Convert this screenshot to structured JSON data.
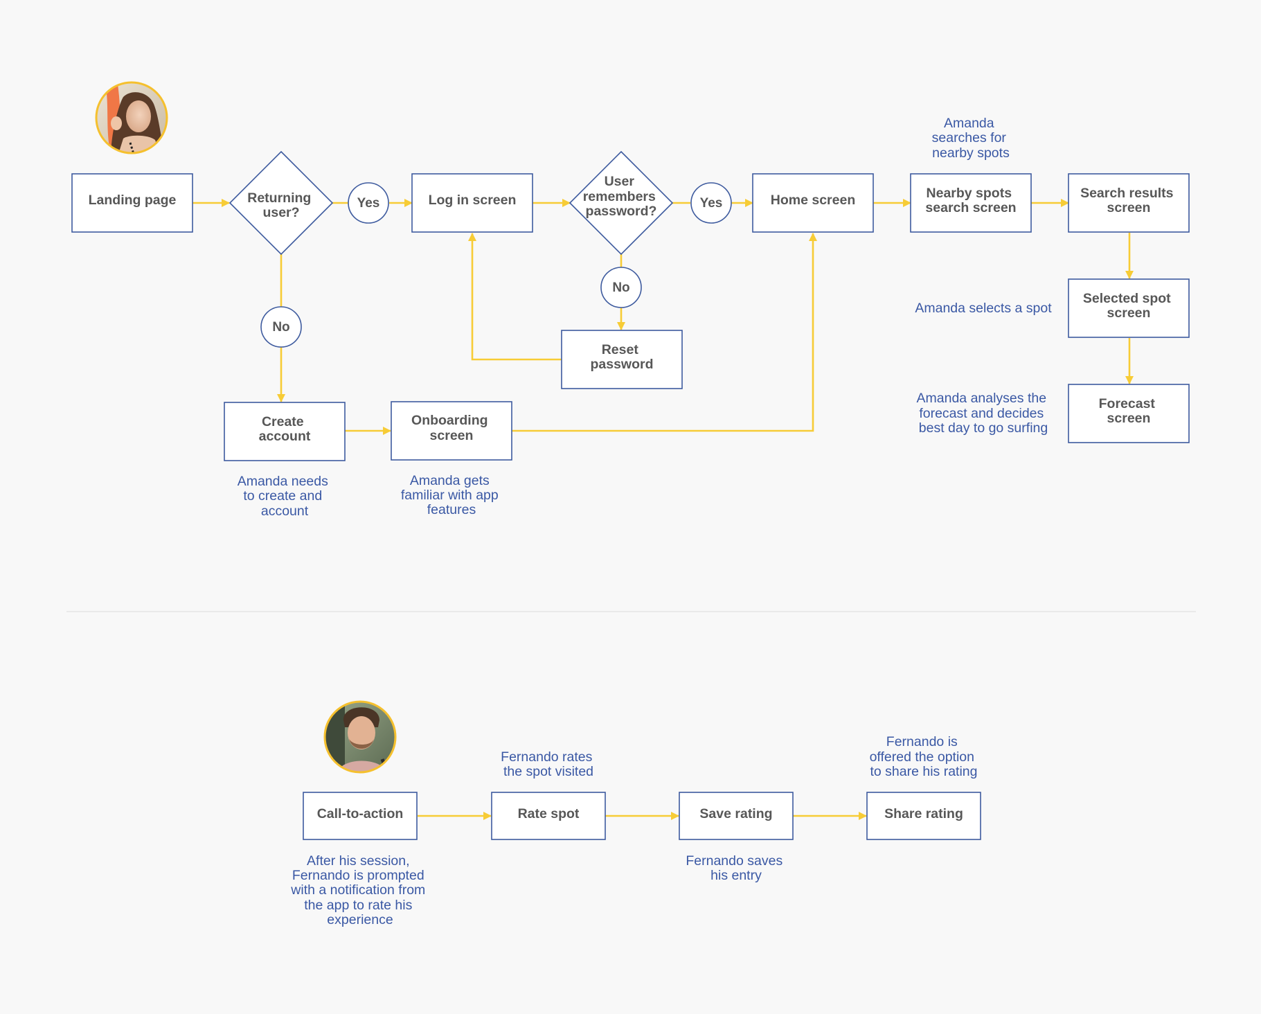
{
  "flow1": {
    "persona_name": "Amanda",
    "colors": {
      "accent": "#f7cc36",
      "node_border": "#3d5a9e",
      "note_text": "#3a58a4",
      "node_text": "#575757",
      "background": "#f8f8f8"
    },
    "nodes": {
      "landing": "Landing page",
      "returning": [
        "Returning",
        "user?"
      ],
      "login": "Log in screen",
      "remembers": [
        "User",
        "remembers",
        "password?"
      ],
      "home": "Home screen",
      "nearby": [
        "Nearby spots",
        "search screen"
      ],
      "results": [
        "Search results",
        "screen"
      ],
      "selected": [
        "Selected spot",
        "screen"
      ],
      "forecast": [
        "Forecast",
        "screen"
      ],
      "reset": [
        "Reset",
        "password"
      ],
      "create": [
        "Create",
        "account"
      ],
      "onboarding": [
        "Onboarding",
        "screen"
      ]
    },
    "badges": {
      "yes1": "Yes",
      "yes2": "Yes",
      "no1": "No",
      "no2": "No"
    },
    "notes": {
      "nearby": [
        "Amanda",
        "searches for",
        "nearby spots"
      ],
      "selects": [
        "Amanda selects a spot"
      ],
      "analyses": [
        "Amanda analyses the",
        "forecast and decides",
        "best day to go surfing"
      ],
      "create": [
        "Amanda needs",
        "to create and",
        "account"
      ],
      "onboarding": [
        "Amanda gets",
        "familiar with app",
        "features"
      ]
    }
  },
  "flow2": {
    "persona_name": "Fernando",
    "nodes": {
      "cta": "Call-to-action",
      "rate": "Rate spot",
      "save": "Save rating",
      "share": "Share rating"
    },
    "notes": {
      "rate": [
        "Fernando rates",
        "the spot visited"
      ],
      "share": [
        "Fernando is",
        "offered the option",
        "to share his rating"
      ],
      "cta": [
        "After his session,",
        "Fernando is prompted",
        "with a notification from",
        "the app to rate his",
        "experience"
      ],
      "save": [
        "Fernando saves",
        "his entry"
      ]
    }
  }
}
